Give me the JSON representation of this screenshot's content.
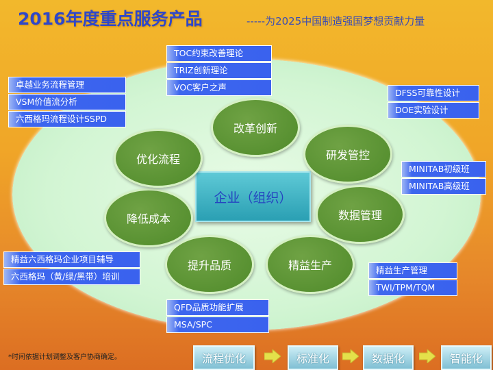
{
  "title": "2016年度重点服务产品",
  "subtitle": "-----为2025中国制造强国梦想贡献力量",
  "center": "企业（组织）",
  "nodes": [
    "改革创新",
    "研发管控",
    "数据管理",
    "精益生产",
    "提升品质",
    "降低成本",
    "优化流程"
  ],
  "boxes": {
    "top": [
      "TOC约束改善理论",
      "TRIZ创新理论",
      "VOC客户之声"
    ],
    "left_top": [
      "卓越业务流程管理",
      "VSM价值流分析",
      "六西格玛流程设计SSPD"
    ],
    "right_top": [
      "DFSS可靠性设计",
      "DOE实验设计"
    ],
    "right_mid": [
      "MINITAB初级班",
      "MINITAB高级班"
    ],
    "left_bottom": [
      "精益六西格玛企业项目辅导",
      "六西格玛（黄/绿/黑带）培训"
    ],
    "right_bottom": [
      "精益生产管理",
      "TWI/TPM/TQM"
    ],
    "bottom": [
      "QFD品质功能扩展",
      "MSA/SPC"
    ]
  },
  "note": "*时间依据计划调整及客户协商确定。",
  "flow": [
    "流程优化",
    "标准化",
    "数据化",
    "智能化"
  ]
}
